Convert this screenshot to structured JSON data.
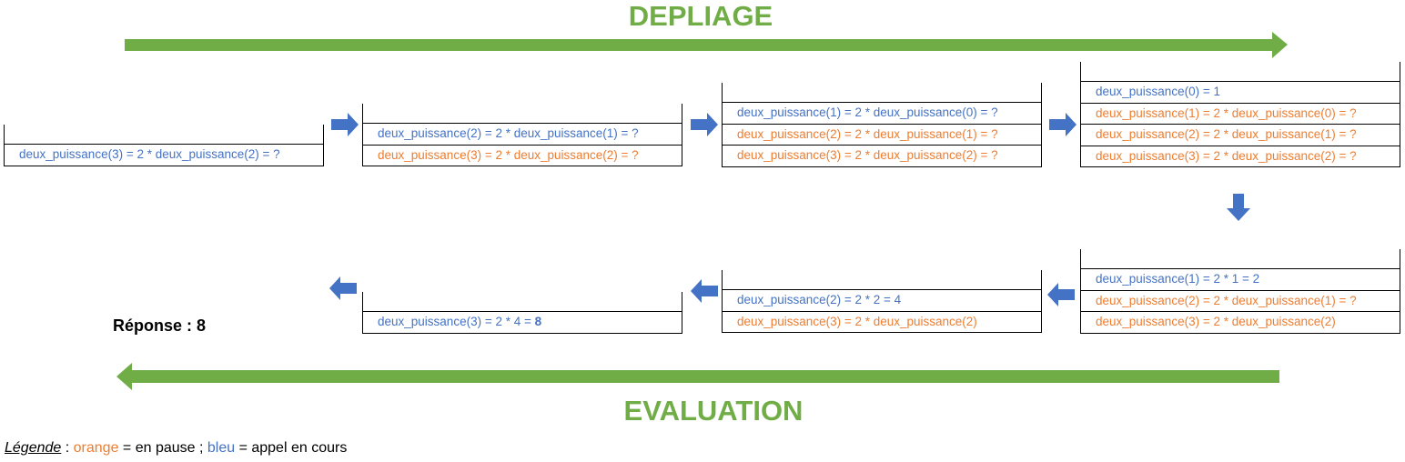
{
  "titles": {
    "top": "DEPLIAGE",
    "bottom": "EVALUATION"
  },
  "colors": {
    "green": "#70ad47",
    "blue": "#4472c4",
    "orange": "#ed7d31"
  },
  "unfold": [
    {
      "rows": [
        {
          "text": "deux_puissance(3) = 2 * deux_puissance(2) = ?",
          "state": "blue"
        }
      ]
    },
    {
      "rows": [
        {
          "text": "deux_puissance(2) = 2 * deux_puissance(1) = ?",
          "state": "blue"
        },
        {
          "text": "deux_puissance(3) = 2 * deux_puissance(2) = ?",
          "state": "orange"
        }
      ]
    },
    {
      "rows": [
        {
          "text": "deux_puissance(1) = 2 * deux_puissance(0) = ?",
          "state": "blue"
        },
        {
          "text": "deux_puissance(2) = 2 * deux_puissance(1) = ?",
          "state": "orange"
        },
        {
          "text": "deux_puissance(3) = 2 * deux_puissance(2) = ?",
          "state": "orange"
        }
      ]
    },
    {
      "rows": [
        {
          "text": "deux_puissance(0) = 1",
          "state": "blue"
        },
        {
          "text": "deux_puissance(1) = 2 * deux_puissance(0) = ?",
          "state": "orange"
        },
        {
          "text": "deux_puissance(2) = 2 * deux_puissance(1) = ?",
          "state": "orange"
        },
        {
          "text": "deux_puissance(3) = 2 * deux_puissance(2) = ?",
          "state": "orange"
        }
      ]
    }
  ],
  "evaluate": [
    {
      "rows": [
        {
          "text": "deux_puissance(1) = 2 * 1 = 2",
          "state": "blue"
        },
        {
          "text": "deux_puissance(2) = 2 * deux_puissance(1) = ?",
          "state": "orange"
        },
        {
          "text": "deux_puissance(3) = 2 * deux_puissance(2)",
          "state": "orange"
        }
      ]
    },
    {
      "rows": [
        {
          "text": "deux_puissance(2) = 2 * 2 = 4",
          "state": "blue"
        },
        {
          "text": "deux_puissance(3) = 2 * deux_puissance(2)",
          "state": "orange"
        }
      ]
    },
    {
      "rows": [
        {
          "text": "deux_puissance(3) = 2 * 4 = ",
          "bold": "8",
          "state": "blue"
        }
      ]
    }
  ],
  "answer": {
    "label": "Réponse : 8"
  },
  "legend": {
    "label": "Légende",
    "sep1": " : ",
    "orange_word": "orange",
    "orange_desc": " = en pause ; ",
    "blue_word": "bleu",
    "blue_desc": " = appel en cours"
  }
}
